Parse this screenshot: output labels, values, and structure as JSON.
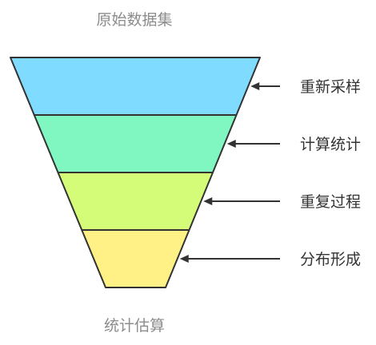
{
  "diagram": {
    "top_caption": "原始数据集",
    "bottom_caption": "统计估算",
    "stages": [
      {
        "label": "重新采样",
        "color": "#7fdbff"
      },
      {
        "label": "计算统计",
        "color": "#80f7c1"
      },
      {
        "label": "重复过程",
        "color": "#d4fc79"
      },
      {
        "label": "分布形成",
        "color": "#fff185"
      }
    ]
  }
}
